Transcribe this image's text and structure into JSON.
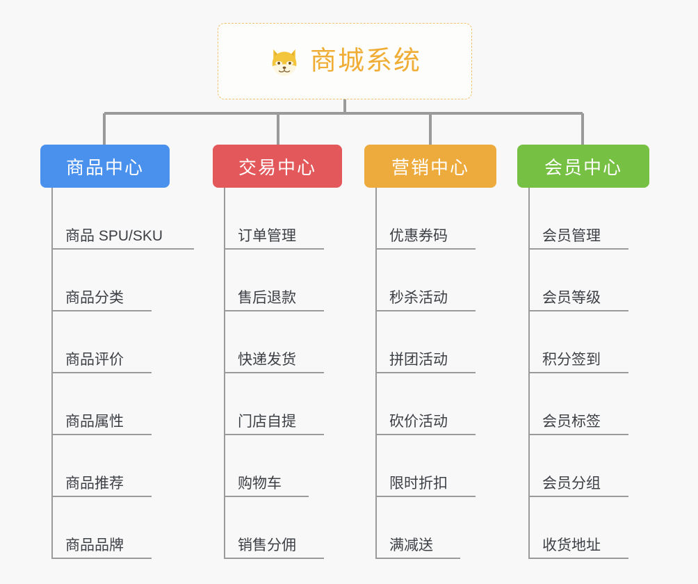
{
  "diagram": {
    "type": "mindmap-org-chart",
    "background_color": "#f8f8f8",
    "root": {
      "label": "商城系统",
      "icon": "shiba-dog-icon",
      "text_color": "#f0ad36",
      "border_color": "#f0c36a",
      "border_style": "dashed",
      "background_color": "#fdfdfb"
    },
    "connector_color": "#9a9a9a",
    "branches": [
      {
        "label": "商品中心",
        "color": "#4a90ed",
        "items": [
          "商品 SPU/SKU",
          "商品分类",
          "商品评价",
          "商品属性",
          "商品推荐",
          "商品品牌"
        ]
      },
      {
        "label": "交易中心",
        "color": "#e3585a",
        "items": [
          "订单管理",
          "售后退款",
          "快递发货",
          "门店自提",
          "购物车",
          "销售分佣"
        ]
      },
      {
        "label": "营销中心",
        "color": "#eeab3d",
        "items": [
          "优惠券码",
          "秒杀活动",
          "拼团活动",
          "砍价活动",
          "限时折扣",
          "满减送"
        ]
      },
      {
        "label": "会员中心",
        "color": "#76c043",
        "items": [
          "会员管理",
          "会员等级",
          "积分签到",
          "会员标签",
          "会员分组",
          "收货地址"
        ]
      }
    ]
  }
}
